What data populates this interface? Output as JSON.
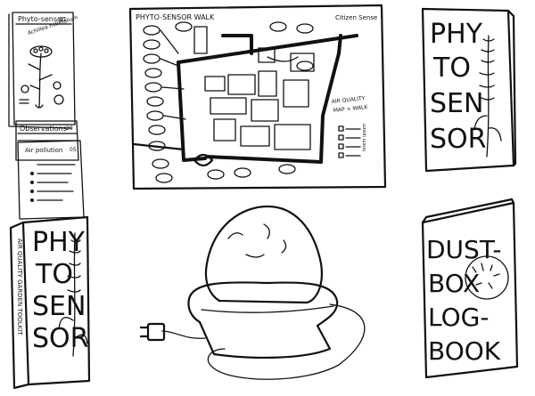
{
  "booklet_top": {
    "title": "Phyto-sensor",
    "page": "01",
    "species": "Achillea millefolium"
  },
  "observations": {
    "title": "Observations",
    "page": "20"
  },
  "air_pollution": {
    "title": "Air pollution",
    "page": "05"
  },
  "toolkit_book": {
    "lines": [
      "PHY",
      "TO",
      "SEN",
      "SOR"
    ],
    "spine": "AIR QUALITY GARDEN TOOLKIT"
  },
  "map": {
    "title": "PHYTO-SENSOR WALK",
    "brand": "Citizen Sense",
    "subtitle_1": "AIR QUALITY",
    "subtitle_2": "MAP + WALK",
    "side_text": "lorem ipsum"
  },
  "sensor_book": {
    "lines": [
      "PHY",
      "TO",
      "SEN",
      "SOR"
    ]
  },
  "dustbox_book": {
    "lines": [
      "DUST-",
      "BOX",
      "LOG-",
      "BOOK"
    ]
  }
}
